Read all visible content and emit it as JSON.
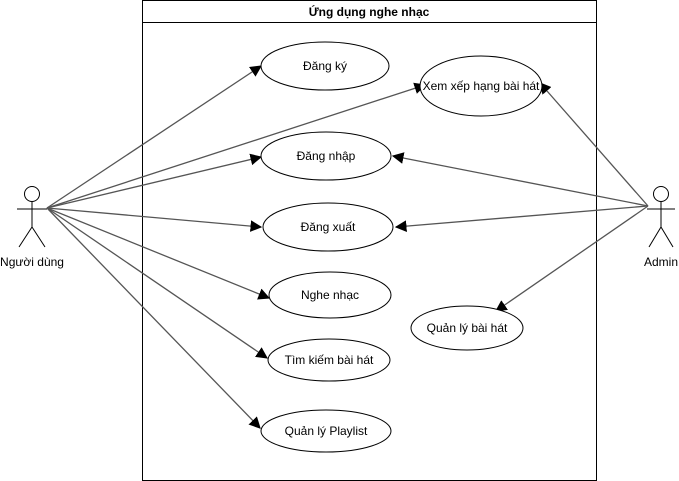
{
  "system": {
    "title": "Ứng dụng nghe nhạc"
  },
  "actors": {
    "user": "Người dùng",
    "admin": "Admin"
  },
  "use_cases": {
    "register": "Đăng ký",
    "ranking": "Xem xếp hạng bài hát",
    "login": "Đăng nhập",
    "logout": "Đăng xuất",
    "listen": "Nghe nhạc",
    "search": "Tìm kiếm bài hát",
    "manage_playlist": "Quản lý Playlist",
    "manage_songs": "Quản lý bài hát"
  },
  "colors": {
    "line": "#555555",
    "stroke": "#000000",
    "background": "#ffffff"
  }
}
